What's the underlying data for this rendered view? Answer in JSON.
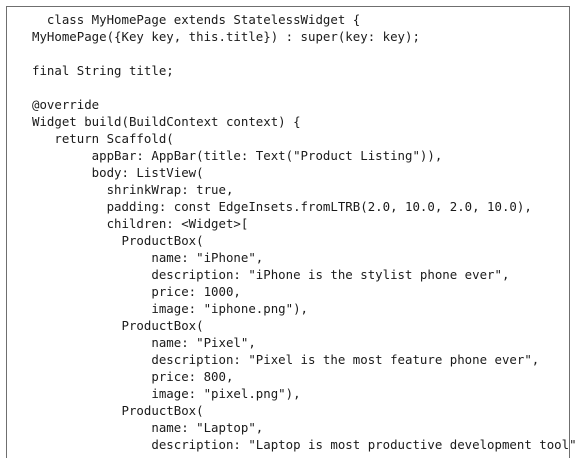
{
  "code": {
    "lines": [
      "  class MyHomePage extends StatelessWidget {",
      "MyHomePage({Key key, this.title}) : super(key: key);",
      "",
      "final String title;",
      "",
      "@override",
      "Widget build(BuildContext context) {",
      "   return Scaffold(",
      "        appBar: AppBar(title: Text(\"Product Listing\")),",
      "        body: ListView(",
      "          shrinkWrap: true,",
      "          padding: const EdgeInsets.fromLTRB(2.0, 10.0, 2.0, 10.0),",
      "          children: <Widget>[",
      "            ProductBox(",
      "                name: \"iPhone\",",
      "                description: \"iPhone is the stylist phone ever\",",
      "                price: 1000,",
      "                image: \"iphone.png\"),",
      "            ProductBox(",
      "                name: \"Pixel\",",
      "                description: \"Pixel is the most feature phone ever\",",
      "                price: 800,",
      "                image: \"pixel.png\"),",
      "            ProductBox(",
      "                name: \"Laptop\",",
      "                description: \"Laptop is most productive development tool\","
    ]
  }
}
